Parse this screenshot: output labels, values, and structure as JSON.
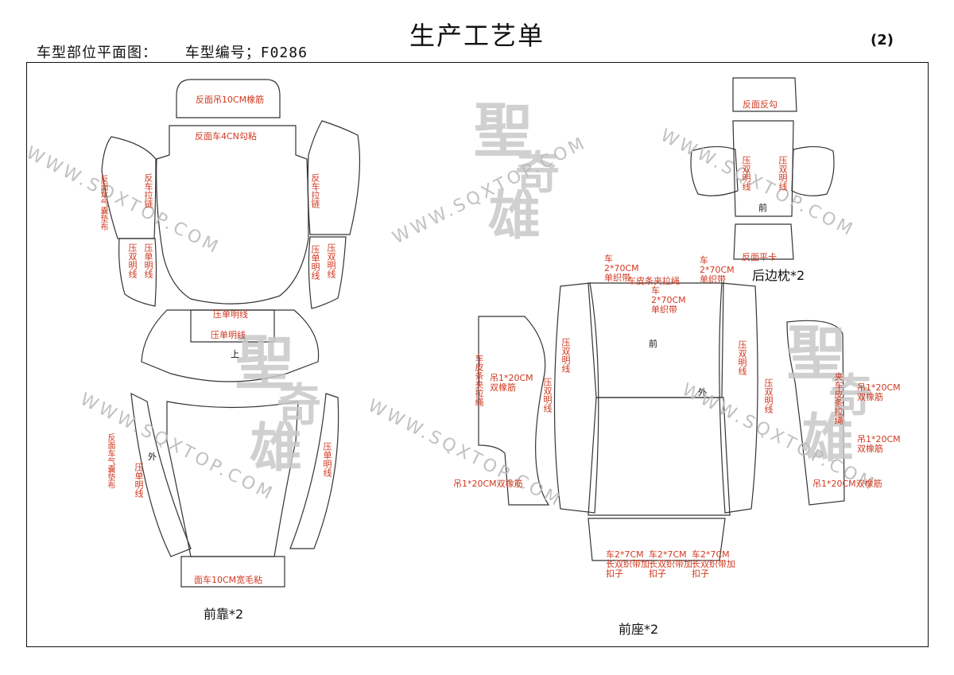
{
  "header": {
    "left_label": "车型部位平面图：",
    "model_label": "车型编号；F0286",
    "title": "生产工艺单",
    "page_no": "(2)"
  },
  "watermark": {
    "seal_1": "聖",
    "seal_2": "奇",
    "seal_3": "雄",
    "url": "WWW.SQXTOP.COM"
  },
  "front_back": {
    "caption": "前靠*2",
    "labels": {
      "top_elastic": "反面吊10CM橡筋",
      "hook_loop": "反面车4CN勾粘",
      "left_airbag": "反面车气囊垫布",
      "left_zip": "反车拉链",
      "right_zip": "反车拉链",
      "left_double1": "压双明线",
      "left_single1": "压单明线",
      "right_single1": "压单明线",
      "right_double1": "压双明线",
      "mid_single1": "压单明线",
      "mid_single2": "压单明线",
      "up_mark": "上",
      "lower_airbag": "反面车气囊垫布",
      "out_mark": "外",
      "lower_single_left": "压单明线",
      "lower_single_right": "压单明线",
      "bottom_velcro": "面车10CM宽毛粘"
    }
  },
  "headrest": {
    "caption": "后边枕*2",
    "labels": {
      "reverse_hook": "反面反勾",
      "left_double": "压双明线",
      "right_double": "压双明线",
      "front_mark": "前",
      "flat_stitch": "反面平卡"
    }
  },
  "front_seat": {
    "caption": "前座*2",
    "labels": {
      "strap_left": "车2*70CM单织带",
      "leather_strap": "车皮条夹拉绳",
      "strap_mid": "车2*70CM单织带",
      "strap_right": "车2*70CM单织带",
      "front_mark": "前",
      "out_mark": "外",
      "left_leather": "车皮条夹拉绳",
      "left_elastic": "吊1*20CM双橡筋",
      "left_double": "压双明线",
      "left_double2": "压双明线",
      "bottom_left_elastic": "吊1*20CM双橡筋",
      "right_double1": "压双明线",
      "right_double2": "压双明线",
      "right_leather": "夹车皮条拉绳",
      "right_elastic1": "吊1*20CM双橡筋",
      "right_elastic2": "吊1*20CM双橡筋",
      "bottom_right_elastic": "吊1*20CM双橡筋",
      "buckle1": "车2*7CM长双织带加扣子",
      "buckle2": "车2*7CM长双织带加扣子",
      "buckle3": "车2*7CM长双织带加扣子"
    }
  }
}
